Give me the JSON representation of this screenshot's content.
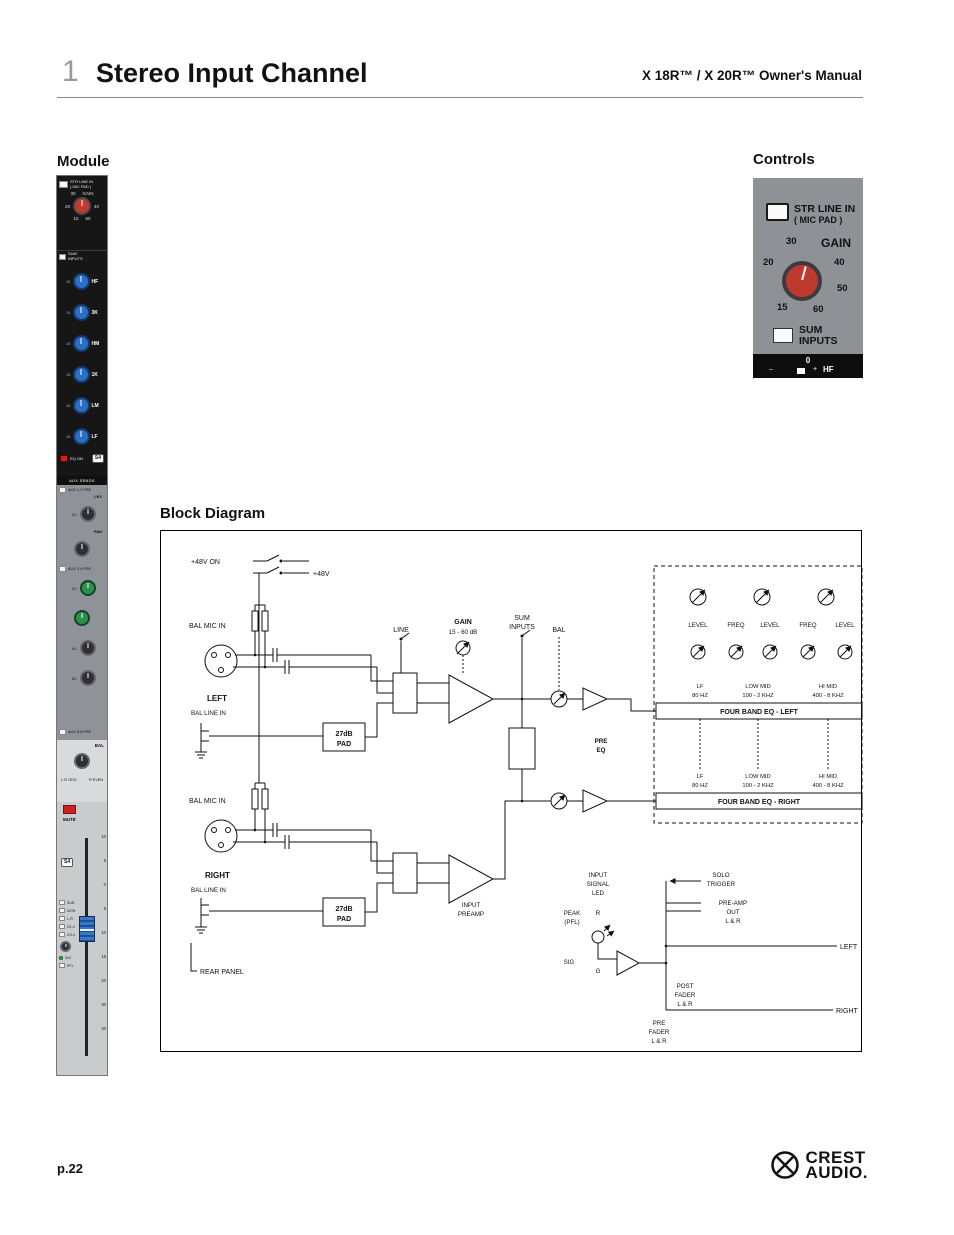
{
  "header": {
    "chapter_number": "1",
    "title": "Stereo Input Channel",
    "manual_title": "X 18R™ / X 20R™ Owner's Manual"
  },
  "section_labels": {
    "module": "Module",
    "controls": "Controls",
    "block_diagram": "Block Diagram"
  },
  "module": {
    "input": {
      "button_line1": "STR LINE IN",
      "button_line2": "( MIC PAD )",
      "n30": "30",
      "gain": "GAIN",
      "n20": "20",
      "n40": "40",
      "n15": "15",
      "n60": "60"
    },
    "sum_line1": "SUM",
    "sum_line2": "INPUTS",
    "eq": {
      "tick": "15",
      "knobs": [
        {
          "label": "HF"
        },
        {
          "label": "3K"
        },
        {
          "label": "HM"
        },
        {
          "label": "1K"
        },
        {
          "label": "LM"
        },
        {
          "label": "LF"
        }
      ],
      "eq_on": "EQ ON",
      "badge": "S4"
    },
    "aux": {
      "header": "AUX SENDS",
      "aux12": "AUX 1-2 PRE",
      "lev": "LEV",
      "pan": "PAN",
      "aux34": "AUX 3-4 PRE",
      "aux56": "AUX 5-6 PRE",
      "n20": "20",
      "n40": "40",
      "n60": "60"
    },
    "bal": {
      "label": "BAL",
      "l1": "L-R",
      "l2": "ODD",
      "r1": "R",
      "r2": "EVEN"
    },
    "mute": "MUTE",
    "fader": {
      "badge": "S4",
      "scale": [
        "10",
        "5",
        "0",
        "5",
        "10",
        "15",
        "20",
        "30",
        "40"
      ],
      "buttons": [
        {
          "label": "SUB"
        },
        {
          "label": "MON"
        },
        {
          "label": "L-R"
        },
        {
          "label": "G1-2"
        },
        {
          "label": "G3-4"
        }
      ],
      "sig": "SIG",
      "pfl": "PFL"
    }
  },
  "controls": {
    "str_line_in": "STR LINE IN",
    "mic_pad": "( MIC PAD )",
    "gain": "GAIN",
    "n30": "30",
    "n20": "20",
    "n40": "40",
    "n50": "50",
    "n15": "15",
    "n60": "60",
    "sum": "SUM",
    "inputs": "INPUTS",
    "zero": "0",
    "minus": "–",
    "plus": "+",
    "hf": "HF"
  },
  "diagram": {
    "v48_on": "+48V  ON",
    "v48": "+48V",
    "bal_mic_in": "BAL MIC IN",
    "left": "LEFT",
    "right": "RIGHT",
    "bal_line_in": "BAL LINE IN",
    "pad_line1": "27dB",
    "pad_line2": "PAD",
    "line": "LINE",
    "gain": "GAIN",
    "gain_range": "15 - 60 dB",
    "sum": "SUM",
    "inputs": "INPUTS",
    "bal": "BAL",
    "pre": "PRE",
    "eq": "EQ",
    "input": "INPUT",
    "preamp": "PREAMP",
    "rear_panel": "REAR PANEL",
    "level": "LEVEL",
    "freq": "FREQ",
    "lf": "LF",
    "lf_freq": "80 HZ",
    "low_mid": "LOW MID",
    "low_mid_freq": "100 - 2 KHZ",
    "hi_mid": "HI MID",
    "hi_mid_freq": "400 - 8 KHZ",
    "four_band_left": "FOUR BAND EQ - LEFT",
    "four_band_right": "FOUR BAND EQ - RIGHT",
    "signal": "SIGNAL",
    "led": "LED",
    "peak": "PEAK",
    "pfl": "(PFL)",
    "r": "R",
    "sig": "SIG",
    "g": "G",
    "solo": "SOLO",
    "trigger": "TRIGGER",
    "preamp_out_1": "PRE-AMP",
    "preamp_out_2": "OUT",
    "lr": "L & R",
    "post": "POST",
    "fader": "FADER"
  },
  "footer": {
    "page": "p.22",
    "brand_top": "CREST",
    "brand_bottom": "AUDIO."
  }
}
